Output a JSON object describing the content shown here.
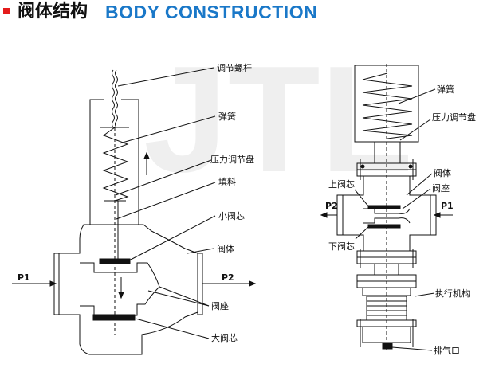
{
  "header": {
    "title_cn": "阀体结构",
    "title_en": "BODY CONSTRUCTION",
    "marker_color": "#e41b1b",
    "title_en_color": "#1a78c8"
  },
  "watermark": {
    "text": "JTL",
    "color": "#eeeeee"
  },
  "left_diagram": {
    "labels": {
      "adjust_screw": "调节螺杆",
      "spring": "弹簧",
      "pressure_plate": "压力调节盘",
      "packing": "填料",
      "small_core": "小阀芯",
      "body": "阀体",
      "seat": "阀座",
      "big_core": "大阀芯"
    },
    "inlet": "P1",
    "outlet": "P2"
  },
  "right_diagram": {
    "labels": {
      "spring": "弹簧",
      "pressure_plate": "压力调节盘",
      "body": "阀体",
      "upper_core": "上阀芯",
      "seat": "阀座",
      "lower_core": "下阀芯",
      "actuator": "执行机构",
      "exhaust": "排气口"
    },
    "inlet": "P1",
    "outlet": "P2"
  }
}
